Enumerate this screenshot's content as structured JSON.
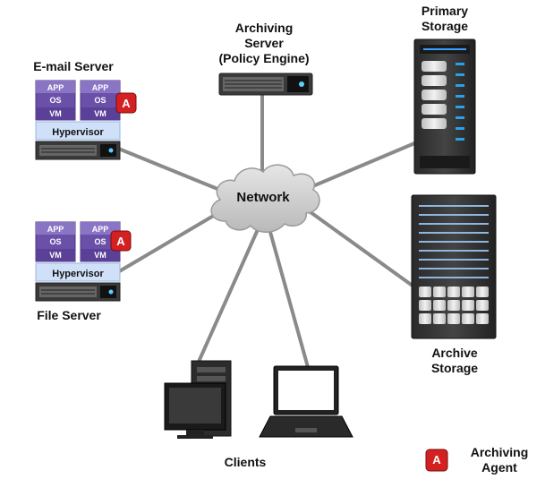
{
  "labels": {
    "archiving_server_line1": "Archiving",
    "archiving_server_line2": "Server",
    "archiving_server_line3": "(Policy Engine)",
    "primary_storage_line1": "Primary",
    "primary_storage_line2": "Storage",
    "email_server": "E-mail Server",
    "file_server": "File Server",
    "network": "Network",
    "archive_storage_line1": "Archive",
    "archive_storage_line2": "Storage",
    "clients": "Clients",
    "archiving_agent_line1": "Archiving",
    "archiving_agent_line2": "Agent"
  },
  "vm_stack": {
    "app": "APP",
    "os": "OS",
    "vm": "VM"
  },
  "hypervisor": "Hypervisor",
  "agent_badge": "A",
  "colors": {
    "vm_purple": "#6a50a8",
    "vm_purple_light": "#8a74c4",
    "hypervisor_blue": "#cfe0f8",
    "agent_red": "#d42020",
    "line_gray": "#8a8a8a",
    "cloud_gray": "#c9c9c9"
  }
}
